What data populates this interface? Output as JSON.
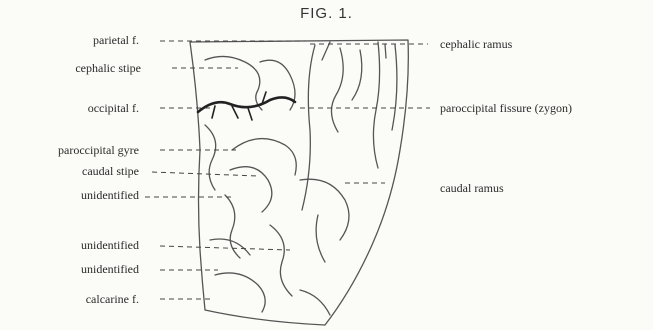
{
  "figure": {
    "title": "FIG. 1.",
    "left_labels": [
      "parietal f.",
      "cephalic stipe",
      "occipital f.",
      "paroccipital gyre",
      "caudal stipe",
      "unidentified",
      "unidentified",
      "unidentified",
      "calcarine f."
    ],
    "right_labels": [
      "cephalic ramus",
      "paroccipital fissure (zygon)",
      "caudal ramus"
    ]
  }
}
